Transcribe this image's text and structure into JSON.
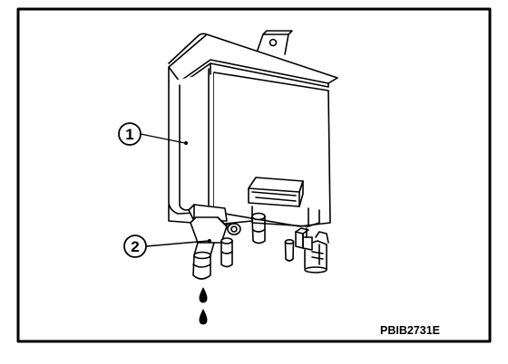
{
  "diagram": {
    "callouts": [
      {
        "number": "1",
        "target": "canister-body"
      },
      {
        "number": "2",
        "target": "drain-valve"
      }
    ],
    "figure_code": "PBIB2731E"
  },
  "colors": {
    "line": "#000000",
    "background": "#ffffff"
  }
}
